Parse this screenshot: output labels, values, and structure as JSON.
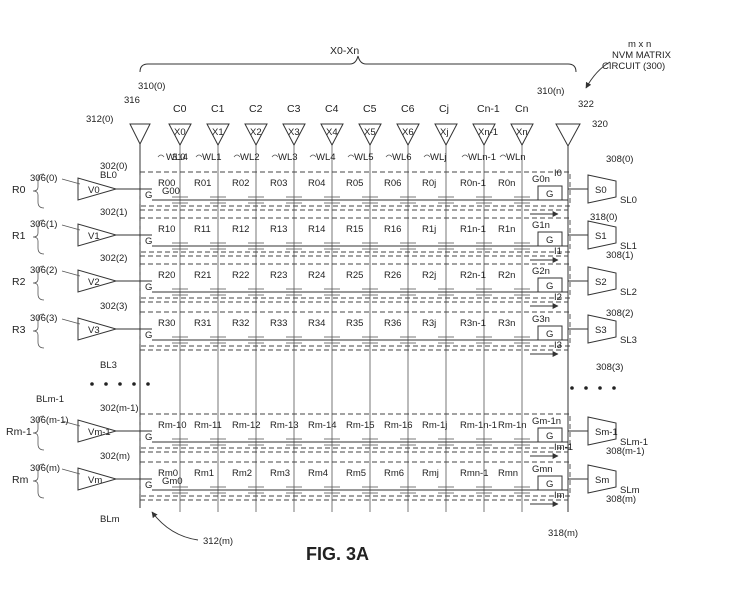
{
  "figure": {
    "label": "FIG. 3A",
    "range_label": "X0-Xn",
    "matrix_title_l1": "m x n",
    "matrix_title_l2": "NVM MATRIX",
    "matrix_title_l3": "CIRCUIT (300)"
  },
  "column_refs": [
    "310(0)",
    "310(n)",
    "312(0)",
    "316",
    "322",
    "320",
    "314"
  ],
  "columns": [
    {
      "c": "C0",
      "x": "X0",
      "wl": "WL0"
    },
    {
      "c": "C1",
      "x": "X1",
      "wl": "WL1"
    },
    {
      "c": "C2",
      "x": "X2",
      "wl": "WL2"
    },
    {
      "c": "C3",
      "x": "X3",
      "wl": "WL3"
    },
    {
      "c": "C4",
      "x": "X4",
      "wl": "WL4"
    },
    {
      "c": "C5",
      "x": "X5",
      "wl": "WL5"
    },
    {
      "c": "C6",
      "x": "X6",
      "wl": "WL6"
    },
    {
      "c": "Cj",
      "x": "Xj",
      "wl": "WLj"
    },
    {
      "c": "Cn-1",
      "x": "Xn-1",
      "wl": "WLn-1"
    },
    {
      "c": "Cn",
      "x": "Xn",
      "wl": "WLn"
    }
  ],
  "rows": [
    {
      "r": "R0",
      "ref306": "306(0)",
      "ref302": "302(0)",
      "v": "V0",
      "bl": "BL0",
      "s": "S0",
      "sl": "SL0",
      "i": "I0",
      "ref308": "308(0)",
      "ref318": "318(0)",
      "gl": "G00",
      "gr": "G0n",
      "cells": [
        "R00",
        "R01",
        "R02",
        "R03",
        "R04",
        "R05",
        "R06",
        "R0j",
        "R0n-1",
        "R0n"
      ]
    },
    {
      "r": "R1",
      "ref306": "306(1)",
      "ref302": "302(1)",
      "v": "V1",
      "s": "S1",
      "sl": "SL1",
      "i": "I1",
      "ref308": "308(1)",
      "gr": "G1n",
      "cells": [
        "R10",
        "R11",
        "R12",
        "R13",
        "R14",
        "R15",
        "R16",
        "R1j",
        "R1n-1",
        "R1n"
      ]
    },
    {
      "r": "R2",
      "ref306": "306(2)",
      "ref302": "302(2)",
      "v": "V2",
      "s": "S2",
      "sl": "SL2",
      "i": "I2",
      "ref308": "",
      "gr": "G2n",
      "cells": [
        "R20",
        "R21",
        "R22",
        "R23",
        "R24",
        "R25",
        "R26",
        "R2j",
        "R2n-1",
        "R2n"
      ]
    },
    {
      "r": "R3",
      "ref306": "306(3)",
      "ref302": "302(3)",
      "v": "V3",
      "bl": "BL3",
      "s": "S3",
      "sl": "SL3",
      "i": "I3",
      "ref308": "308(2)",
      "ref308b": "308(3)",
      "gr": "G3n",
      "cells": [
        "R30",
        "R31",
        "R32",
        "R33",
        "R34",
        "R35",
        "R36",
        "R3j",
        "R3n-1",
        "R3n"
      ]
    },
    {
      "r": "Rm-1",
      "ref306": "306(m-1)",
      "ref302": "302(m-1)",
      "v": "Vm-1",
      "bl": "BLm-1",
      "s": "Sm-1",
      "sl": "SLm-1",
      "i": "Im-1",
      "ref308": "308(m-1)",
      "gr": "Gm-1n",
      "cells": [
        "Rm-10",
        "Rm-11",
        "Rm-12",
        "Rm-13",
        "Rm-14",
        "Rm-15",
        "Rm-16",
        "Rm-1j",
        "Rm-1n-1",
        "Rm-1n"
      ]
    },
    {
      "r": "Rm",
      "ref306": "306(m)",
      "ref302": "302(m)",
      "v": "Vm",
      "bl": "BLm",
      "s": "Sm",
      "sl": "SLm",
      "i": "Im",
      "ref308": "308(m)",
      "ref318": "318(m)",
      "gl": "Gm0",
      "gr": "Gmn",
      "cells": [
        "Rm0",
        "Rm1",
        "Rm2",
        "Rm3",
        "Rm4",
        "Rm5",
        "Rm6",
        "Rmj",
        "Rmn-1",
        "Rmn"
      ]
    }
  ],
  "extra_refs": {
    "ref312m": "312(m)",
    "gate": "G"
  }
}
